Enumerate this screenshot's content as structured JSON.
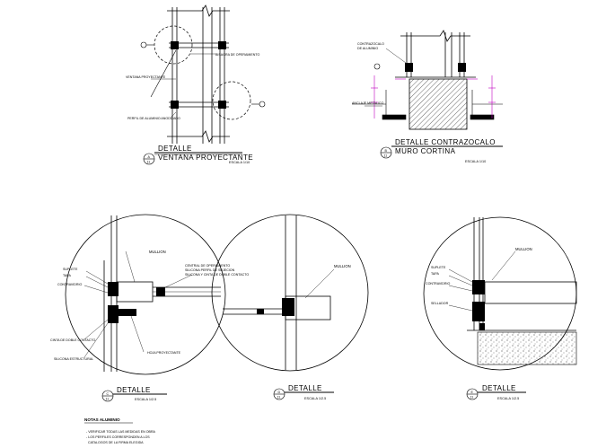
{
  "details": {
    "a": {
      "marker_top": "A",
      "marker_bottom": "11",
      "title": "DETALLE",
      "title2": "VENTANA PROYECTANTE",
      "scale": "ESCALA 1/10",
      "label_1": "BISAGRA DE OPERAMIENTO",
      "label_2": "VENTANA PROYECTANTE",
      "label_3": "PERFIL DE ALUMINIO ANODIZADO"
    },
    "b": {
      "marker_top": "B",
      "marker_bottom": "11",
      "title": "DETALLE CONTRAZOCALO",
      "title2": "MURO CORTINA",
      "scale": "ESCALA 1/10",
      "label_1": "CONTRAZOCALO",
      "label_2": "DE ALUMINIO",
      "label_3": "ANCLAJE METALICO"
    },
    "c": {
      "marker_top": "C",
      "marker_bottom": "11",
      "title": "DETALLE",
      "scale": "ESCALA 1/2.5",
      "label_mullion": "MULLION",
      "label_suplete": "SUPLETE",
      "label_tapa": "TAPA",
      "label_contravidrio": "CONTRAVIDRIO",
      "label_cinta": "CINTA DE DOBLE CONTACTO",
      "label_silicona": "SILICONA ESTRUCTURAL",
      "label_hoja": "HOJA PROYECTANTE",
      "label_centro_1": "CENTRAL DE OPERAMIENTO",
      "label_centro_2": "SILICONA PERFIL DE SUJECION",
      "label_centro_3": "SILICONA Y CINTA DE DOBLE CONTACTO"
    },
    "d": {
      "marker_top": "D",
      "marker_bottom": "11",
      "title": "DETALLE",
      "scale": "ESCALA 1/2.5",
      "label_mullion": "MULLION"
    },
    "e": {
      "marker_top": "E",
      "marker_bottom": "11",
      "title": "DETALLE",
      "scale": "ESCALA 1/2.5",
      "label_mullion": "MULLION",
      "label_suplete": "SUPLETE",
      "label_tapa": "TAPA",
      "label_contravidrio": "CONTRAVIDRIO",
      "label_sellador": "SELLADOR"
    }
  },
  "notes": {
    "title": "NOTAS ALUMINIO",
    "line_1": "- VERIFICAR TODAS LAS MEDIDAS EN OBRA",
    "line_2": "- LOS PERFILES CORRESPONDEN A LOS",
    "line_3": "CATALOGOS DE LA FIRMA ELEGIDA"
  }
}
